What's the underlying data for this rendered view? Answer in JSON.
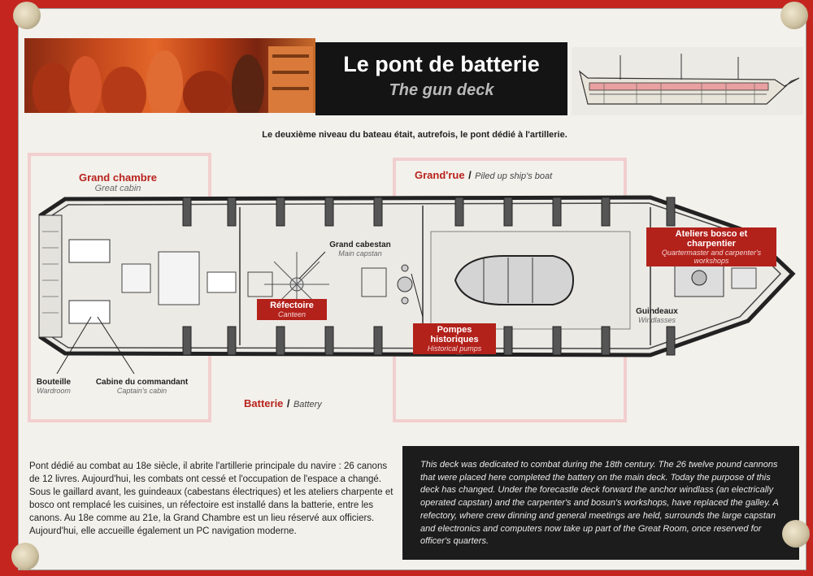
{
  "header": {
    "title": "Le pont de batterie",
    "subtitle": "The gun deck",
    "intro": "Le deuxième niveau du bateau était, autrefois, le pont dédié à l'artillerie."
  },
  "zones": {
    "grand_chambre": {
      "fr": "Grand chambre",
      "en": "Great cabin"
    },
    "grand_rue": {
      "fr": "Grand'rue",
      "sep": "/",
      "en": "Piled up ship's boat"
    },
    "batterie": {
      "fr": "Batterie",
      "sep": "/",
      "en": "Battery"
    }
  },
  "labels": {
    "grand_cabestan": {
      "fr": "Grand cabestan",
      "en": "Main capstan"
    },
    "refectoire": {
      "fr": "Réfectoire",
      "en": "Canteen"
    },
    "pompes": {
      "fr": "Pompes historiques",
      "en": "Historical pumps"
    },
    "ateliers": {
      "fr": "Ateliers bosco et charpentier",
      "en": "Quartermaster and carpenter's workshops"
    },
    "guindeaux": {
      "fr": "Guindeaux",
      "en": "Windlasses"
    },
    "bouteille": {
      "fr": "Bouteille",
      "en": "Wardroom"
    },
    "cabine": {
      "fr": "Cabine du commandant",
      "en": "Captain's cabin"
    }
  },
  "texts": {
    "french": "Pont dédié au combat au 18e siècle, il abrite l'artillerie principale du navire : 26 canons de 12 livres. Aujourd'hui, les combats ont cessé et l'occupation de l'espace a changé. Sous le gaillard avant, les guindeaux (cabestans électriques) et les ateliers charpente et bosco ont remplacé les cuisines, un réfectoire est installé dans la batterie, entre les canons. Au 18e comme au 21e, la Grand Chambre est un lieu réservé aux officiers. Aujourd'hui, elle accueille également un PC navigation moderne.",
    "english": "This deck was dedicated to combat during the 18th century. The 26 twelve pound cannons that were placed here completed the battery on the main deck. Today the purpose of this deck has changed. Under the forecastle deck forward the anchor windlass (an electrically operated capstan) and the carpenter's and bosun's workshops, have replaced the galley. A refectory, where crew dinning and general meetings are held, surrounds the large capstan and electronics and computers now take up part of the Great Room, once reserved for officer's quarters."
  },
  "colors": {
    "frame_red": "#c4261f",
    "accent_red": "#b3211b",
    "panel": "#f3f1ec",
    "dark_box": "#141414"
  }
}
